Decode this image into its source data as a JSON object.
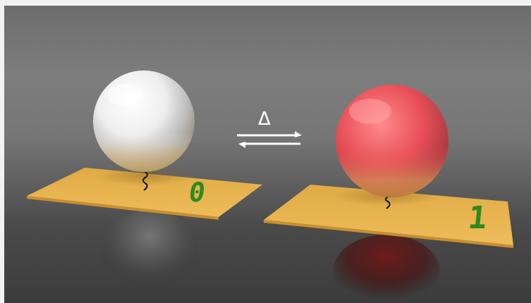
{
  "scene": {
    "left_label": "0",
    "right_label": "1",
    "equilibrium_symbol": "Δ",
    "colors": {
      "background_top": "#7d7d7d",
      "background_bottom": "#3c3c3c",
      "platform": "#e8b650",
      "platform_edge": "#c8902e",
      "label": "#2f8a1e",
      "sphere_left": "#ffffff",
      "sphere_right": "#e8505a",
      "arrows": "#ffffff"
    },
    "icons": [
      "white-sphere",
      "red-sphere",
      "equilibrium-arrows",
      "spring-coil"
    ]
  }
}
